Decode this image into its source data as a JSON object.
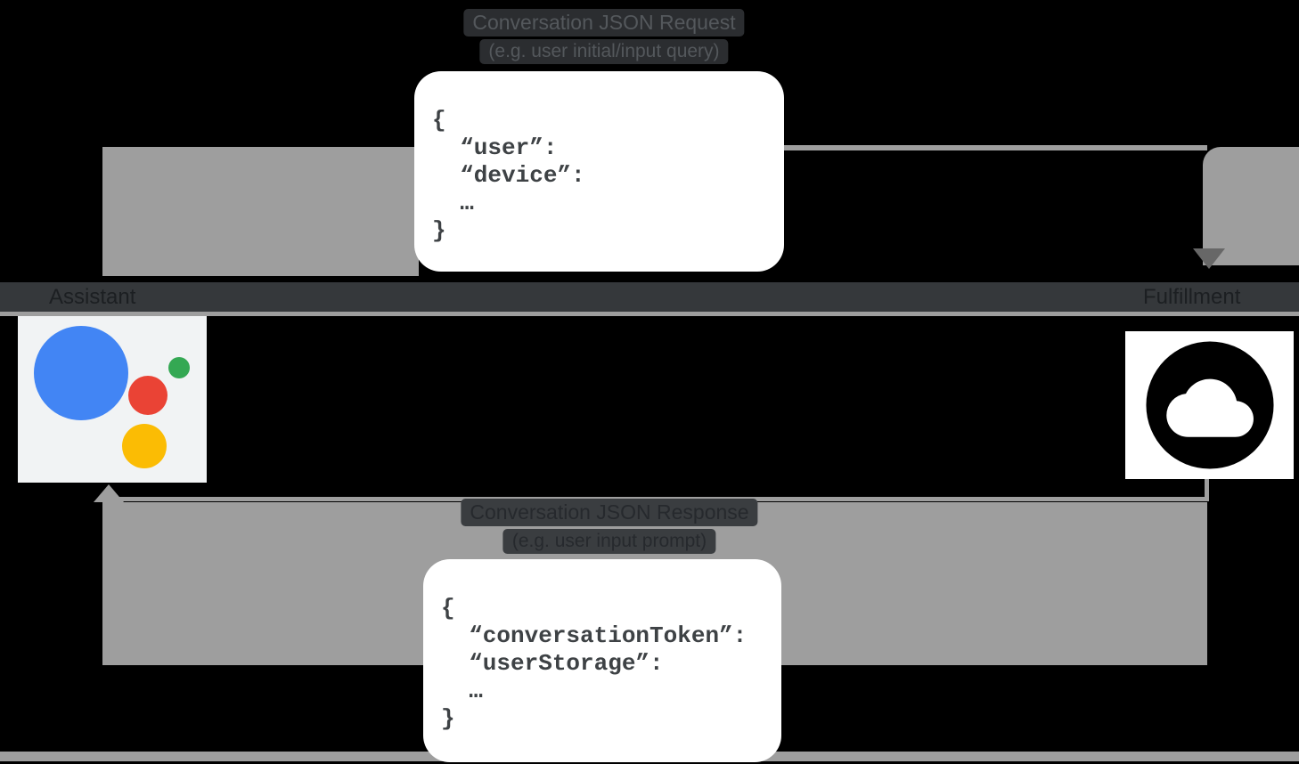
{
  "diagram": {
    "request": {
      "label_line1": "Conversation JSON Request",
      "label_line2": "(e.g. user initial/input query)",
      "json": "{\n  “user”:\n  “device”:\n  …\n}"
    },
    "response": {
      "label_line1": "Conversation JSON Response",
      "label_line2": "(e.g. user input prompt)",
      "json": "{\n  “conversationToken”:\n  “userStorage”:\n  …\n}"
    },
    "actors": {
      "assistant": {
        "label": "Assistant",
        "icon": "google-assistant-logo"
      },
      "fulfillment": {
        "label": "Fulfillment",
        "icon": "google-cloud-icon"
      }
    },
    "colors": {
      "background": "#000000",
      "arrow_gray": "#9e9e9e",
      "card_white": "#ffffff",
      "json_text": "#3e4245",
      "assistant_blue": "#4285f4",
      "assistant_green": "#34a853",
      "assistant_red": "#ea4335",
      "assistant_yellow": "#fbbc04",
      "cloud_icon_black": "#000000"
    }
  }
}
